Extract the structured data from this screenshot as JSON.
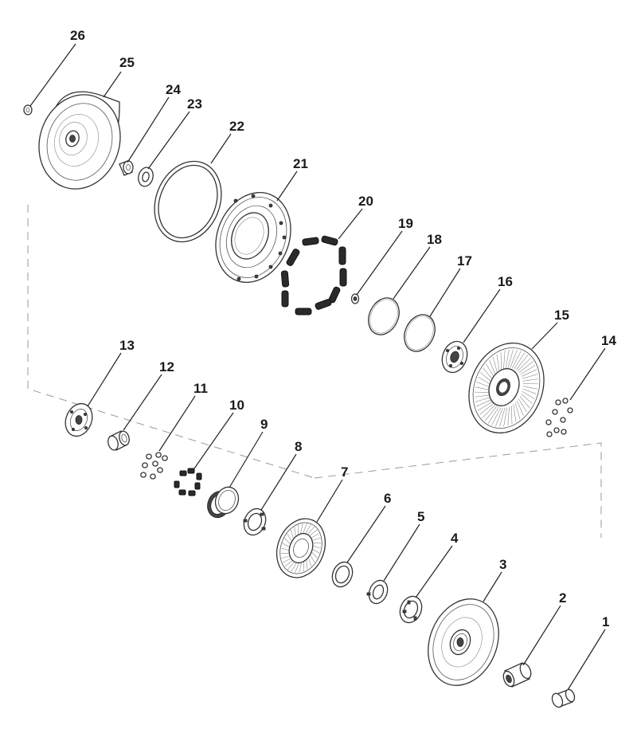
{
  "parts": [
    {
      "id": "p1",
      "label": "1"
    },
    {
      "id": "p2",
      "label": "2"
    },
    {
      "id": "p3",
      "label": "3"
    },
    {
      "id": "p4",
      "label": "4"
    },
    {
      "id": "p5",
      "label": "5"
    },
    {
      "id": "p6",
      "label": "6"
    },
    {
      "id": "p7",
      "label": "7"
    },
    {
      "id": "p8",
      "label": "8"
    },
    {
      "id": "p9",
      "label": "9"
    },
    {
      "id": "p10",
      "label": "10"
    },
    {
      "id": "p11",
      "label": "11"
    },
    {
      "id": "p12",
      "label": "12"
    },
    {
      "id": "p13",
      "label": "13"
    },
    {
      "id": "p14",
      "label": "14"
    },
    {
      "id": "p15",
      "label": "15"
    },
    {
      "id": "p16",
      "label": "16"
    },
    {
      "id": "p17",
      "label": "17"
    },
    {
      "id": "p18",
      "label": "18"
    },
    {
      "id": "p19",
      "label": "19"
    },
    {
      "id": "p20",
      "label": "20"
    },
    {
      "id": "p21",
      "label": "21"
    },
    {
      "id": "p22",
      "label": "22"
    },
    {
      "id": "p23",
      "label": "23"
    },
    {
      "id": "p24",
      "label": "24"
    },
    {
      "id": "p25",
      "label": "25"
    },
    {
      "id": "p26",
      "label": "26"
    }
  ]
}
